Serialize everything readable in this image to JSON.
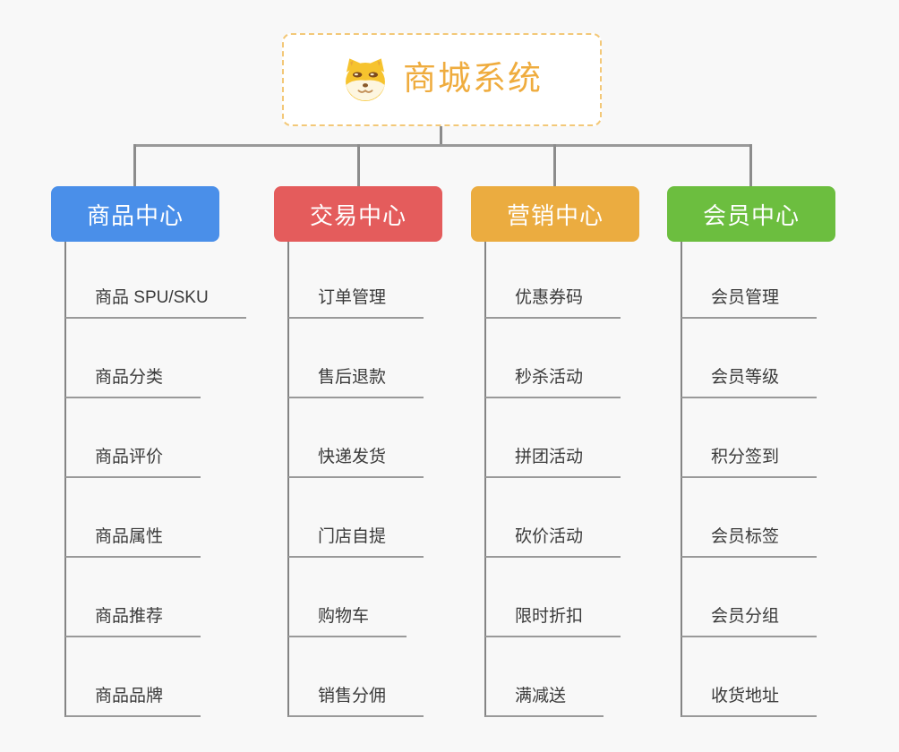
{
  "root": {
    "title": "商城系统",
    "icon": "dog-face-icon",
    "accent_color": "#efac3e",
    "border_color": "#f3c878"
  },
  "connector_color": "#8c8c8c",
  "background_color": "#f8f8f8",
  "branches": [
    {
      "label": "商品中心",
      "color": "#4a8fe9",
      "items": [
        "商品 SPU/SKU",
        "商品分类",
        "商品评价",
        "商品属性",
        "商品推荐",
        "商品品牌"
      ]
    },
    {
      "label": "交易中心",
      "color": "#e45c5c",
      "items": [
        "订单管理",
        "售后退款",
        "快递发货",
        "门店自提",
        "购物车",
        "销售分佣"
      ]
    },
    {
      "label": "营销中心",
      "color": "#ebac40",
      "items": [
        "优惠券码",
        "秒杀活动",
        "拼团活动",
        "砍价活动",
        "限时折扣",
        "满减送"
      ]
    },
    {
      "label": "会员中心",
      "color": "#6cbe3f",
      "items": [
        "会员管理",
        "会员等级",
        "积分签到",
        "会员标签",
        "会员分组",
        "收货地址"
      ]
    }
  ]
}
